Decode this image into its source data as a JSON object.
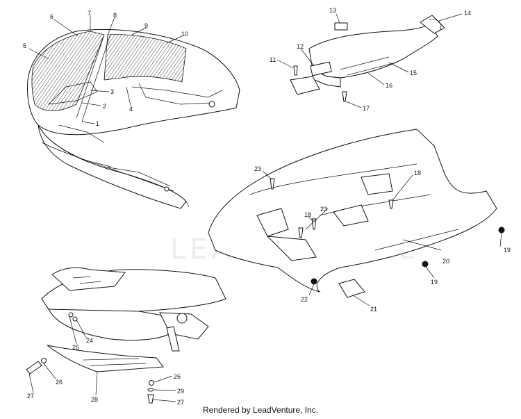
{
  "footer": "Rendered by LeadVenture, Inc.",
  "watermark": "LEADVENTURE",
  "callouts": [
    {
      "id": "c1",
      "label": "1"
    },
    {
      "id": "c2",
      "label": "2"
    },
    {
      "id": "c3",
      "label": "3"
    },
    {
      "id": "c4",
      "label": "4"
    },
    {
      "id": "c5",
      "label": "5"
    },
    {
      "id": "c6",
      "label": "6"
    },
    {
      "id": "c7",
      "label": "7"
    },
    {
      "id": "c8",
      "label": "8"
    },
    {
      "id": "c9",
      "label": "9"
    },
    {
      "id": "c10",
      "label": "10"
    },
    {
      "id": "c11",
      "label": "11"
    },
    {
      "id": "c12",
      "label": "12"
    },
    {
      "id": "c13",
      "label": "13"
    },
    {
      "id": "c14",
      "label": "14"
    },
    {
      "id": "c15",
      "label": "15"
    },
    {
      "id": "c16",
      "label": "16"
    },
    {
      "id": "c17",
      "label": "17"
    },
    {
      "id": "c18a",
      "label": "18"
    },
    {
      "id": "c18b",
      "label": "18"
    },
    {
      "id": "c19a",
      "label": "19"
    },
    {
      "id": "c19b",
      "label": "19"
    },
    {
      "id": "c20",
      "label": "20"
    },
    {
      "id": "c21",
      "label": "21"
    },
    {
      "id": "c22",
      "label": "22"
    },
    {
      "id": "c23a",
      "label": "23"
    },
    {
      "id": "c23b",
      "label": "23"
    },
    {
      "id": "c24",
      "label": "24"
    },
    {
      "id": "c25",
      "label": "25"
    },
    {
      "id": "c26a",
      "label": "26"
    },
    {
      "id": "c26b",
      "label": "26"
    },
    {
      "id": "c27a",
      "label": "27"
    },
    {
      "id": "c27b",
      "label": "27"
    },
    {
      "id": "c28",
      "label": "28"
    },
    {
      "id": "c29",
      "label": "29"
    }
  ]
}
